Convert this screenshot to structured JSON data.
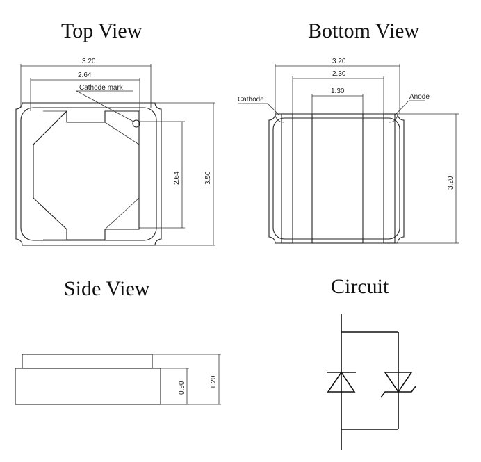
{
  "titles": {
    "top": "Top View",
    "bottom": "Bottom View",
    "side": "Side View",
    "circuit": "Circuit"
  },
  "top_view": {
    "width_outer": "3.20",
    "width_inner": "2.64",
    "height_inner": "2.64",
    "height_outer": "3.50",
    "cathode_mark_label": "Cathode mark"
  },
  "bottom_view": {
    "width_outer": "3.20",
    "width_mid": "2.30",
    "width_center": "1.30",
    "height": "3.20",
    "cathode_label": "Cathode",
    "anode_label": "Anode"
  },
  "side_view": {
    "body_height": "0.90",
    "total_height": "1.20"
  }
}
